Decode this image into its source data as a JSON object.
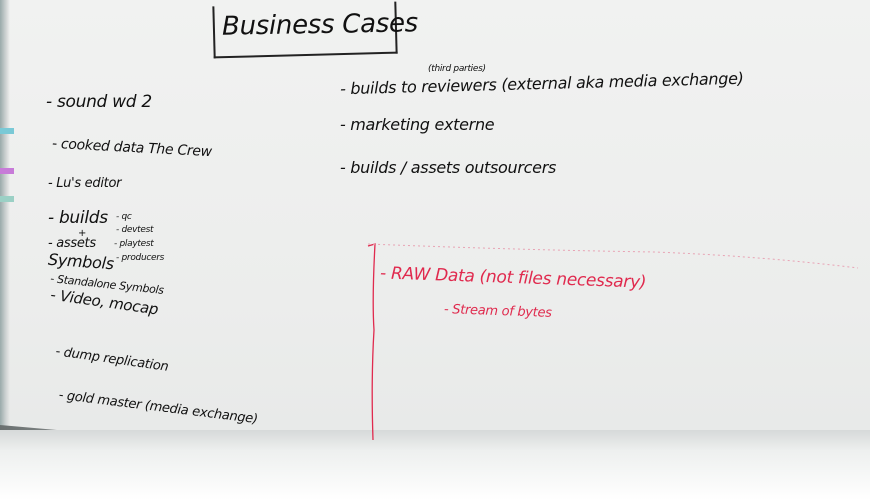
{
  "title": "Business Cases",
  "left_column": [
    "- sound wd 2",
    "- cooked data  The Crew",
    "- Lu's editor",
    "- builds",
    "+",
    "- assets",
    "Symbols",
    "- Standalone Symbols",
    "- Video, mocap",
    "- dump replication",
    "- gold master (media exchange)"
  ],
  "builds_notes": [
    "- qc",
    "- devtest",
    "- playtest",
    "- producers"
  ],
  "right_column": {
    "annotation": "(third parties)",
    "items": [
      "- builds to reviewers (external aka media exchange)",
      "- marketing externe",
      "- builds / assets outsourcers"
    ]
  },
  "red_section": {
    "heading": "- RAW Data (not files necessary)",
    "sub": "- Stream of bytes"
  },
  "colors": {
    "black_marker": "#111111",
    "red_marker": "#e02a4e",
    "board": "#eeefee"
  }
}
